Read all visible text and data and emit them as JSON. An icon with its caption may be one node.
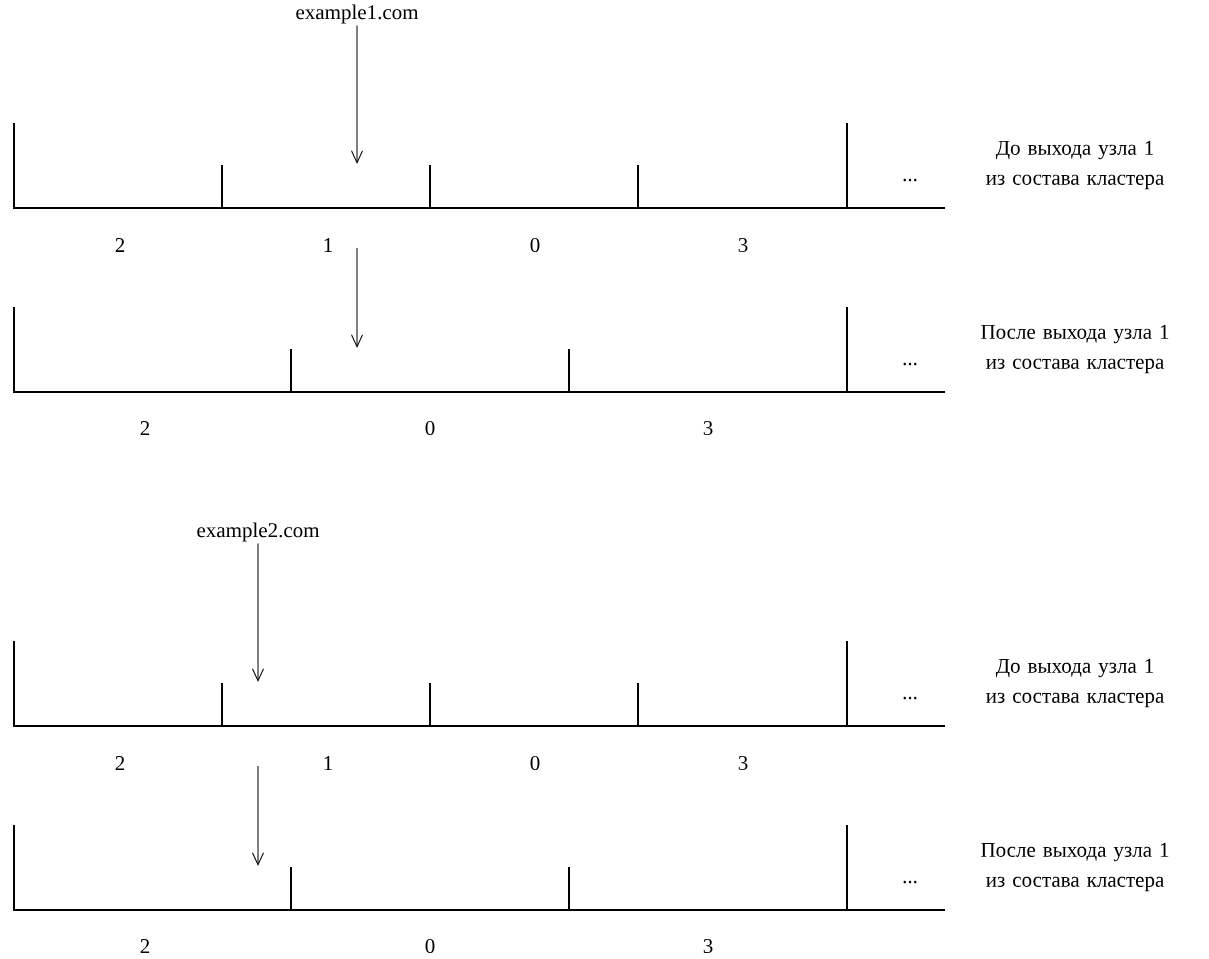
{
  "diagram": {
    "nodes": [
      {
        "text": [
          "example1.com"
        ]
      },
      {
        "text": [],
        "shape": "bar",
        "beside": [
          "До выхода узла 1 из состава кластера"
        ]
      },
      {
        "text": [],
        "shape": "bar",
        "beside": [
          "После выхода узла 1 из состава кластера"
        ]
      },
      {
        "text": [
          "example2.com"
        ]
      },
      {
        "text": [],
        "shape": "bar",
        "beside": [
          "До выхода узла 1 из состава кластера"
        ]
      },
      {
        "text": [],
        "shape": "bar",
        "beside": [
          "После выхода узла 1 из состава кластера"
        ]
      }
    ],
    "edges": [
      {
        "from": 0,
        "to": 1,
        "arrow": "to"
      },
      {
        "from": null,
        "to": 2,
        "arrow": "to"
      },
      {
        "from": 3,
        "to": 4,
        "arrow": "to"
      },
      {
        "from": null,
        "to": 5,
        "arrow": "to"
      }
    ],
    "labels": [
      "...",
      "2",
      "1",
      "0",
      "3",
      "...",
      "2",
      "0",
      "3",
      "...",
      "2",
      "1",
      "0",
      "3",
      "...",
      "2",
      "0",
      "3"
    ]
  }
}
